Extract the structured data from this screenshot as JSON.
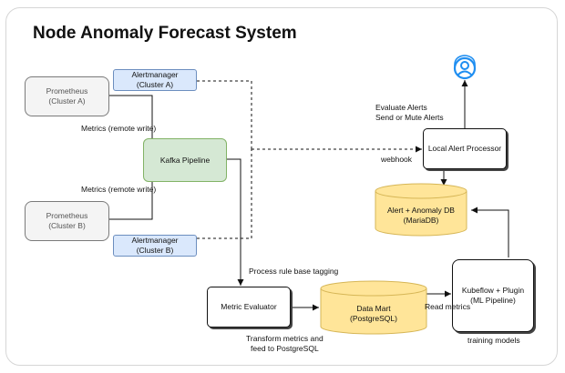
{
  "title": "Node Anomaly Forecast System",
  "nodes": {
    "prometheus_a": [
      "Prometheus",
      "(Cluster A)"
    ],
    "prometheus_b": [
      "Prometheus",
      "(Cluster B)"
    ],
    "alertmanager_a": [
      "Alertmanager",
      "(Cluster A)"
    ],
    "alertmanager_b": [
      "Alertmanager",
      "(Cluster B)"
    ],
    "kafka": "Kafka Pipeline",
    "local_alert": "Local Alert Processor",
    "alert_db": [
      "Alert + Anomaly DB",
      "(MariaDB)"
    ],
    "metric_evaluator": "Metric Evaluator",
    "data_mart": [
      "Data Mart",
      "(PostgreSQL)"
    ],
    "kubeflow": [
      "Kubeflow + Plugin",
      "(ML Pipeline)"
    ]
  },
  "edge_labels": {
    "remote_write_a": "Metrics (remote write)",
    "remote_write_b": "Metrics (remote write)",
    "evaluate": [
      "Evaluate Alerts",
      "Send or Mute Alerts"
    ],
    "webhook": "webhook",
    "process_rule": "Process rule base tagging",
    "transform": [
      "Transform metrics and",
      "feed to PostgreSQL"
    ],
    "read_metrics": "Read metrics",
    "training": "training models"
  },
  "icons": {
    "alert_target": "user-support-icon"
  },
  "colors": {
    "prometheus_fill": "#f4f4f4",
    "alertmanager_fill": "#dae8fc",
    "kafka_fill": "#d5e8d4",
    "db_fill": "#ffe599",
    "db_stroke": "#d6b656",
    "icon": "#1f8ef1"
  }
}
